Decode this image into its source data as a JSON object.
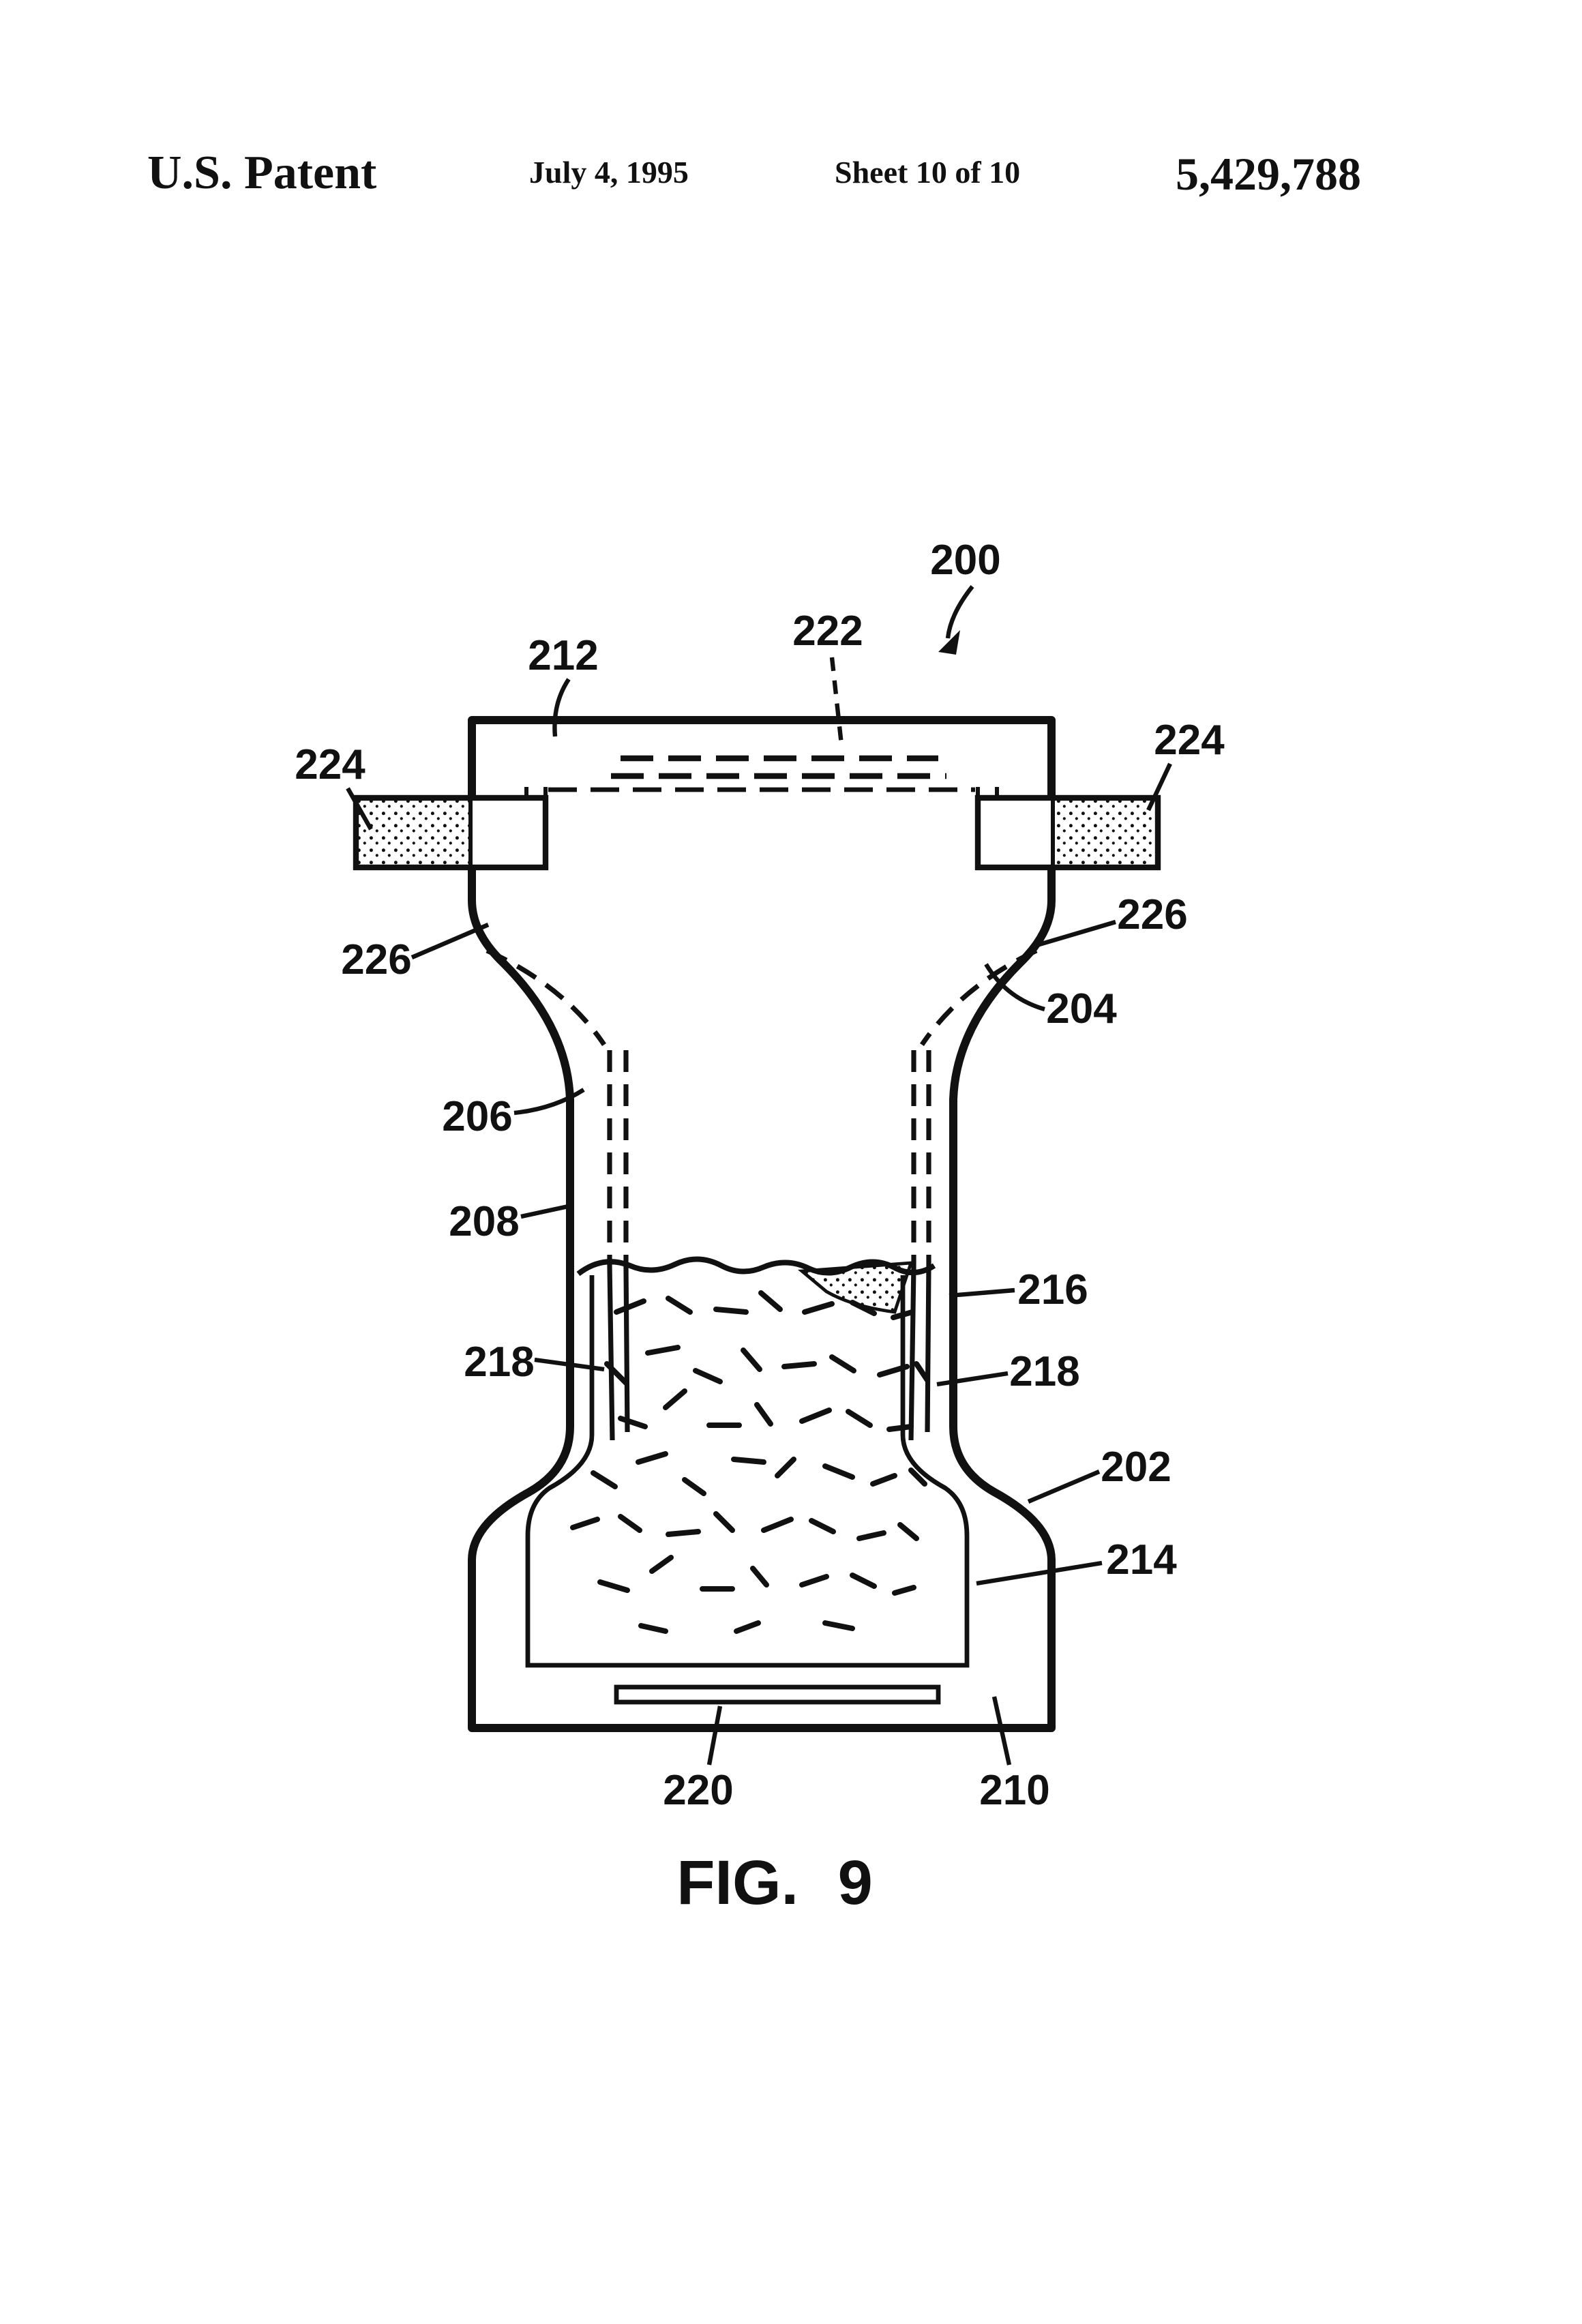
{
  "header": {
    "title": "U.S. Patent",
    "date": "July 4, 1995",
    "sheet": "Sheet 10 of 10",
    "patent_number": "5,429,788"
  },
  "figure": {
    "caption": "FIG. 9",
    "labels": {
      "ref_200": "200",
      "ref_212": "212",
      "ref_222": "222",
      "ref_224_left": "224",
      "ref_224_right": "224",
      "ref_226_left": "226",
      "ref_226_right": "226",
      "ref_204": "204",
      "ref_206": "206",
      "ref_208": "208",
      "ref_216": "216",
      "ref_218_left": "218",
      "ref_218_right": "218",
      "ref_202": "202",
      "ref_214": "214",
      "ref_220": "220",
      "ref_210": "210"
    }
  },
  "colors": {
    "ink": "#111111",
    "background": "#ffffff"
  }
}
